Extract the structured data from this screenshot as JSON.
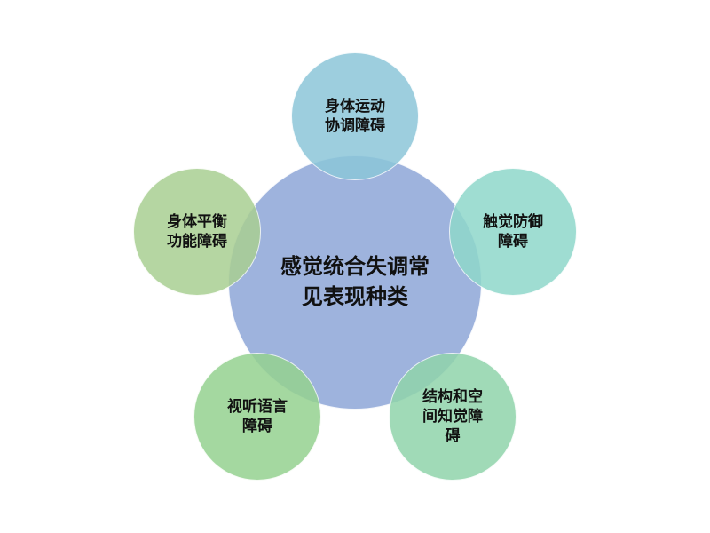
{
  "diagram": {
    "center": {
      "label": "感觉统合失调常\n见表现种类",
      "color": "#A0B4DE"
    },
    "nodes": [
      {
        "id": "top",
        "label": "身体运动\n协调障碍",
        "color": "#9ECFDE"
      },
      {
        "id": "right",
        "label": "触觉防御\n障碍",
        "color": "#9EDDD2"
      },
      {
        "id": "bottom-right",
        "label": "结构和空\n间知觉障\n碍",
        "color": "#A0DAB8"
      },
      {
        "id": "bottom-left",
        "label": "视听语言\n障碍",
        "color": "#A4D8A0"
      },
      {
        "id": "left",
        "label": "身体平衡\n功能障碍",
        "color": "#B5D6A2"
      }
    ]
  }
}
